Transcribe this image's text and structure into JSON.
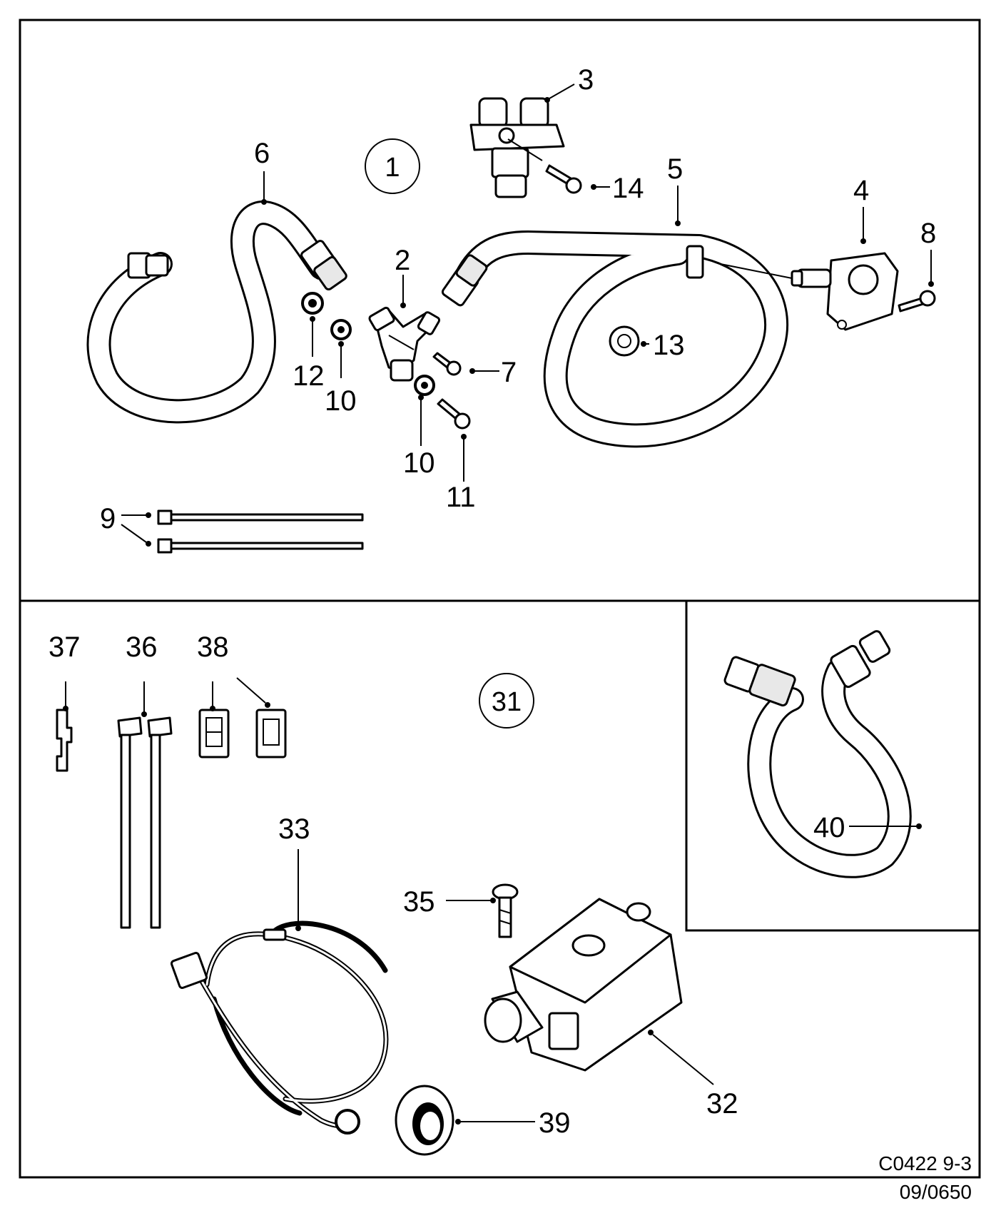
{
  "diagram": {
    "group_labels": {
      "top": "1",
      "bottom": "31"
    },
    "callouts": {
      "c2": "2",
      "c3": "3",
      "c4": "4",
      "c5": "5",
      "c6": "6",
      "c7": "7",
      "c8": "8",
      "c9": "9",
      "c10a": "10",
      "c10b": "10",
      "c11": "11",
      "c12": "12",
      "c13": "13",
      "c14": "14",
      "c32": "32",
      "c33": "33",
      "c35": "35",
      "c36": "36",
      "c37": "37",
      "c38": "38",
      "c39": "39",
      "c40": "40"
    },
    "footer": {
      "code": "C0422 9-3",
      "ref": "09/0650"
    }
  }
}
